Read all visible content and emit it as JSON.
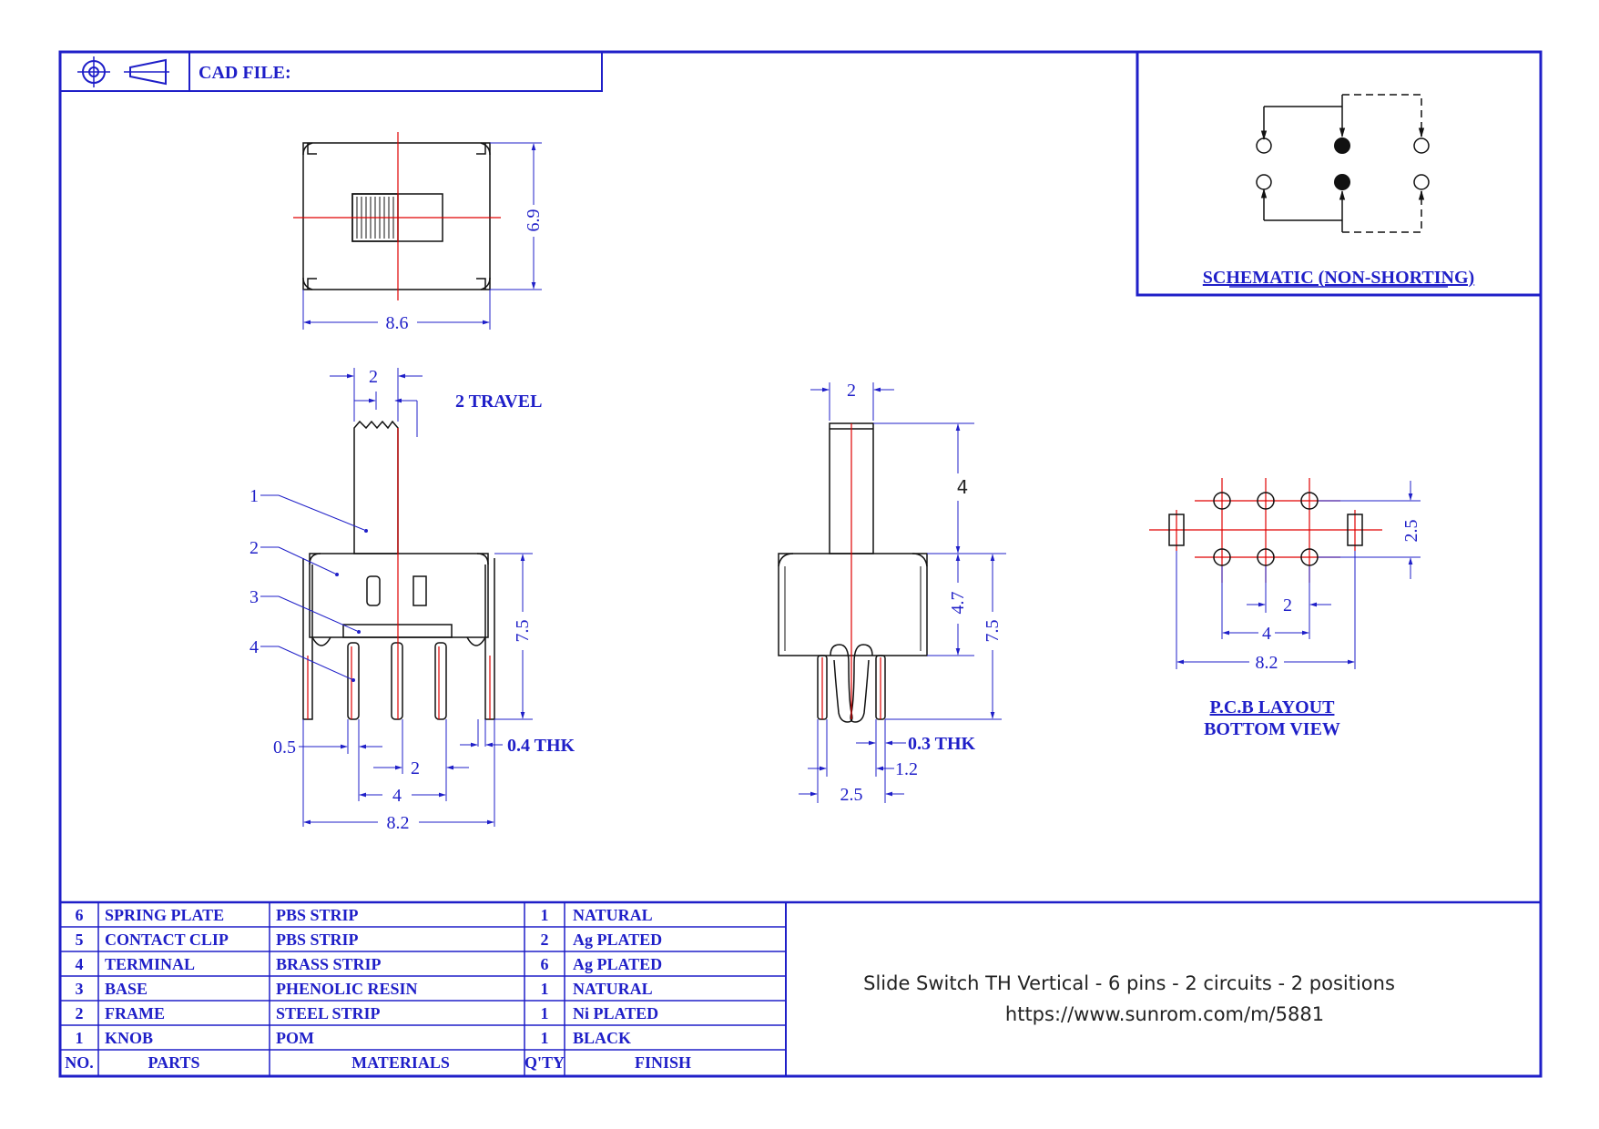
{
  "title_block": {
    "cad_label": "CAD FILE:",
    "cad_value": ""
  },
  "schematic": {
    "caption": "SCHEMATIC (NON-SHORTING)"
  },
  "top_view": {
    "dims": {
      "height": "6.9",
      "width": "8.6"
    }
  },
  "side_view": {
    "dims": {
      "knob_width": "2",
      "travel": "2 TRAVEL",
      "height": "7.5",
      "pin": "0.5",
      "thk": "0.4 THK",
      "pitch": "2",
      "span": "4",
      "total": "8.2"
    },
    "callouts": [
      "1",
      "2",
      "3",
      "4"
    ]
  },
  "end_view": {
    "dims": {
      "knob_width": "2",
      "knob_height": "4",
      "body": "4.7",
      "height": "7.5",
      "thk": "0.3 THK",
      "pin_gap": "1.2",
      "pin_span": "2.5"
    }
  },
  "pcb": {
    "caption1": "P.C.B LAYOUT",
    "caption2": "BOTTOM VIEW",
    "dims": {
      "row": "2.5",
      "pitch": "2",
      "span": "4",
      "total": "8.2"
    }
  },
  "parts_table": {
    "headers": {
      "no": "NO.",
      "parts": "PARTS",
      "materials": "MATERIALS",
      "qty": "Q'TY",
      "finish": "FINISH"
    },
    "rows": [
      {
        "no": "6",
        "part": "SPRING PLATE",
        "material": "PBS STRIP",
        "qty": "1",
        "finish": "NATURAL"
      },
      {
        "no": "5",
        "part": "CONTACT CLIP",
        "material": "PBS STRIP",
        "qty": "2",
        "finish": "Ag PLATED"
      },
      {
        "no": "4",
        "part": "TERMINAL",
        "material": "BRASS STRIP",
        "qty": "6",
        "finish": "Ag PLATED"
      },
      {
        "no": "3",
        "part": "BASE",
        "material": "PHENOLIC RESIN",
        "qty": "1",
        "finish": "NATURAL"
      },
      {
        "no": "2",
        "part": "FRAME",
        "material": "STEEL STRIP",
        "qty": "1",
        "finish": "Ni PLATED"
      },
      {
        "no": "1",
        "part": "KNOB",
        "material": "POM",
        "qty": "1",
        "finish": "BLACK"
      }
    ]
  },
  "description": {
    "line1": "Slide Switch TH Vertical - 6 pins - 2 circuits - 2 positions",
    "line2": "https://www.sunrom.com/m/5881"
  },
  "colors": {
    "border": "#1f1fc8",
    "center_line": "#e00000",
    "outline": "#111111"
  }
}
